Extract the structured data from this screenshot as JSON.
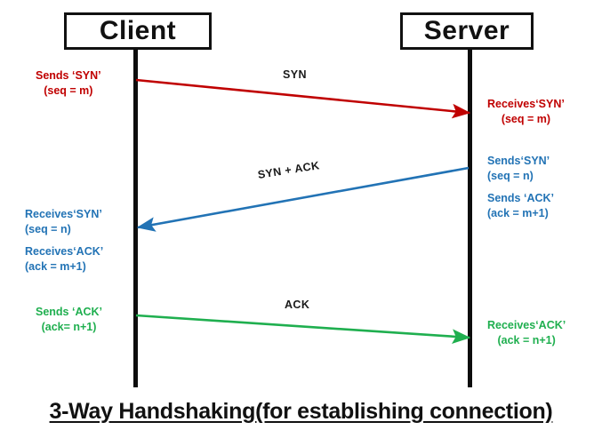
{
  "diagram": {
    "title": "3-Way Handshaking(for establishing connection)",
    "endpoints": {
      "client": "Client",
      "server": "Server"
    },
    "colors": {
      "red": "#C00000",
      "blue": "#2273B5",
      "green": "#1FAF4F",
      "black": "#111111"
    },
    "arrows": [
      {
        "label": "SYN",
        "color": "#C00000",
        "direction": "client-to-server"
      },
      {
        "label": "SYN + ACK",
        "color": "#2273B5",
        "direction": "server-to-client"
      },
      {
        "label": "ACK",
        "color": "#1FAF4F",
        "direction": "client-to-server"
      }
    ],
    "notes": {
      "client_syn": {
        "line1": "Sends ‘SYN’",
        "line2": "(seq = m)"
      },
      "server_syn": {
        "line1": "Receives‘SYN’",
        "line2": "(seq = m)"
      },
      "server_synack": {
        "line1": "Sends‘SYN’",
        "line2": "(seq = n)",
        "line3": "Sends ‘ACK’",
        "line4": "(ack = m+1)"
      },
      "client_synack": {
        "line1": "Receives‘SYN’",
        "line2": "(seq = n)",
        "line3": "Receives‘ACK’",
        "line4": "(ack = m+1)"
      },
      "client_ack": {
        "line1": "Sends ‘ACK’",
        "line2": "(ack= n+1)"
      },
      "server_ack": {
        "line1": "Receives‘ACK’",
        "line2": "(ack = n+1)"
      }
    }
  }
}
